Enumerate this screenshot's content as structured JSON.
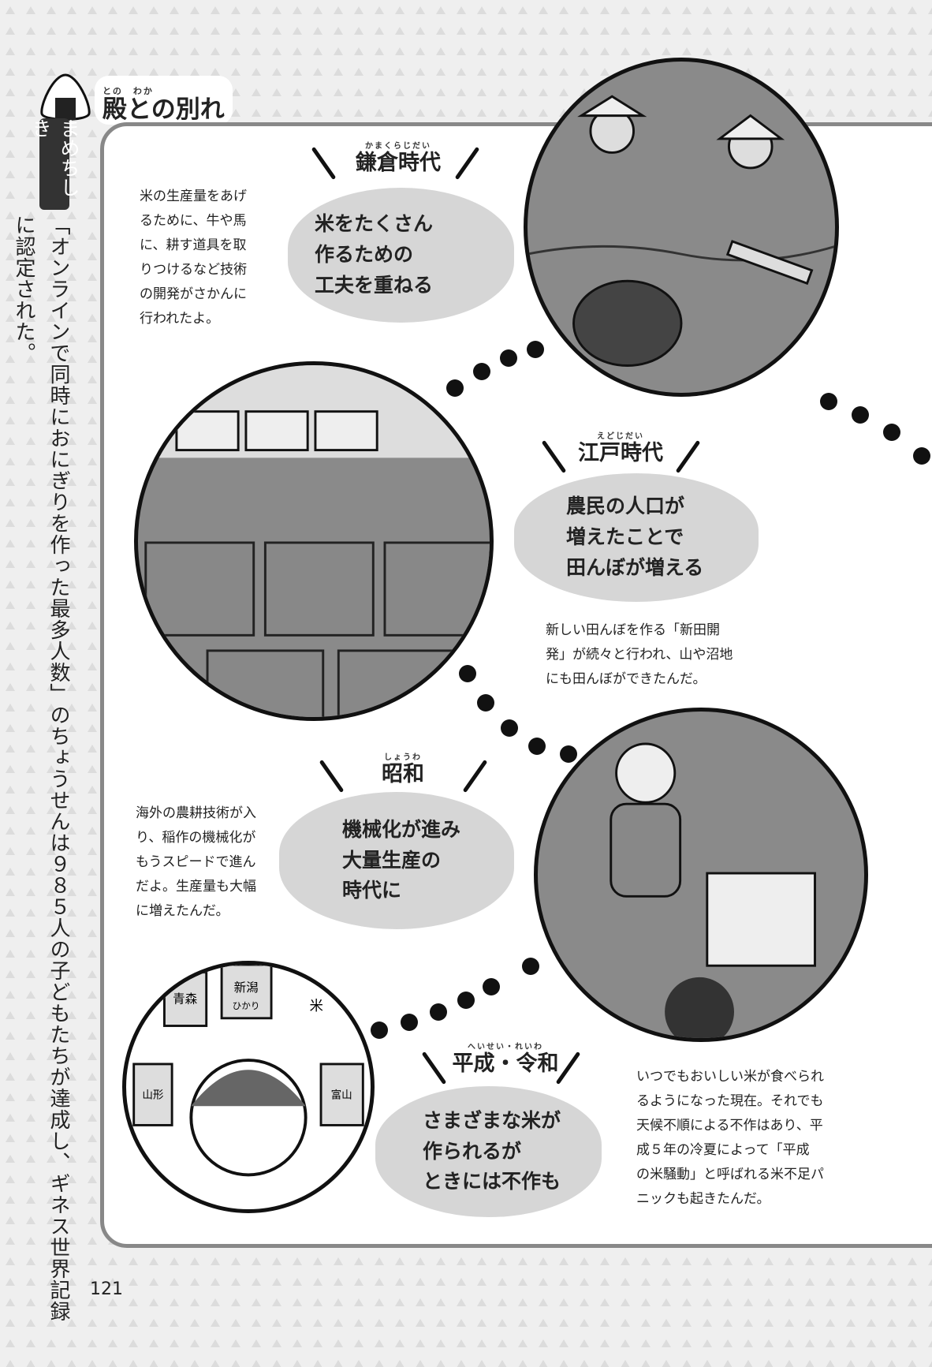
{
  "header": {
    "title": "殿との別れ",
    "title_ruby": "との　わか"
  },
  "sidebar": {
    "badge": "まめちしき",
    "trivia": "「オンラインで同時におにぎりを作った最多人数」のちょうせんは９８５人の子どもたちが達成し、ギネス世界記録に認定された。"
  },
  "page_number": "121",
  "eras": [
    {
      "name": "鎌倉時代",
      "ruby": "かまくらじだい",
      "callout": [
        "米をたくさん",
        "作るための",
        "工夫を重ねる"
      ],
      "text": [
        "米の生産量をあげ",
        "るために、牛や馬",
        "に、耕す道具を取",
        "りつけるなど技術",
        "の開発がさかんに",
        "行われたよ。"
      ]
    },
    {
      "name": "江戸時代",
      "ruby": "えどじだい",
      "callout": [
        "農民の人口が",
        "増えたことで",
        "田んぼが増える"
      ],
      "text": [
        "新しい田んぼを作る「新田開",
        "発」が続々と行われ、山や沼地",
        "にも田んぼができたんだ。"
      ]
    },
    {
      "name": "昭和",
      "ruby": "しょうわ",
      "callout": [
        "機械化が進み",
        "大量生産の",
        "時代に"
      ],
      "text": [
        "海外の農耕技術が入",
        "り、稲作の機械化が",
        "もうスピードで進ん",
        "だよ。生産量も大幅",
        "に増えたんだ。"
      ]
    },
    {
      "name": "平成・令和",
      "ruby": "へいせい・れいわ",
      "callout": [
        "さまざまな米が",
        "作られるが",
        "ときには不作も"
      ],
      "text": [
        "いつでもおいしい米が食べられ",
        "るようになった現在。それでも",
        "天候不順による不作はあり、平",
        "成５年の冷夏によって「平成",
        "の米騒動」と呼ばれる米不足パ",
        "ニックも起きたんだ。"
      ]
    }
  ],
  "illustration_labels": [
    "新潟",
    "ひかり",
    "青森",
    "米",
    "山形",
    "富山"
  ]
}
